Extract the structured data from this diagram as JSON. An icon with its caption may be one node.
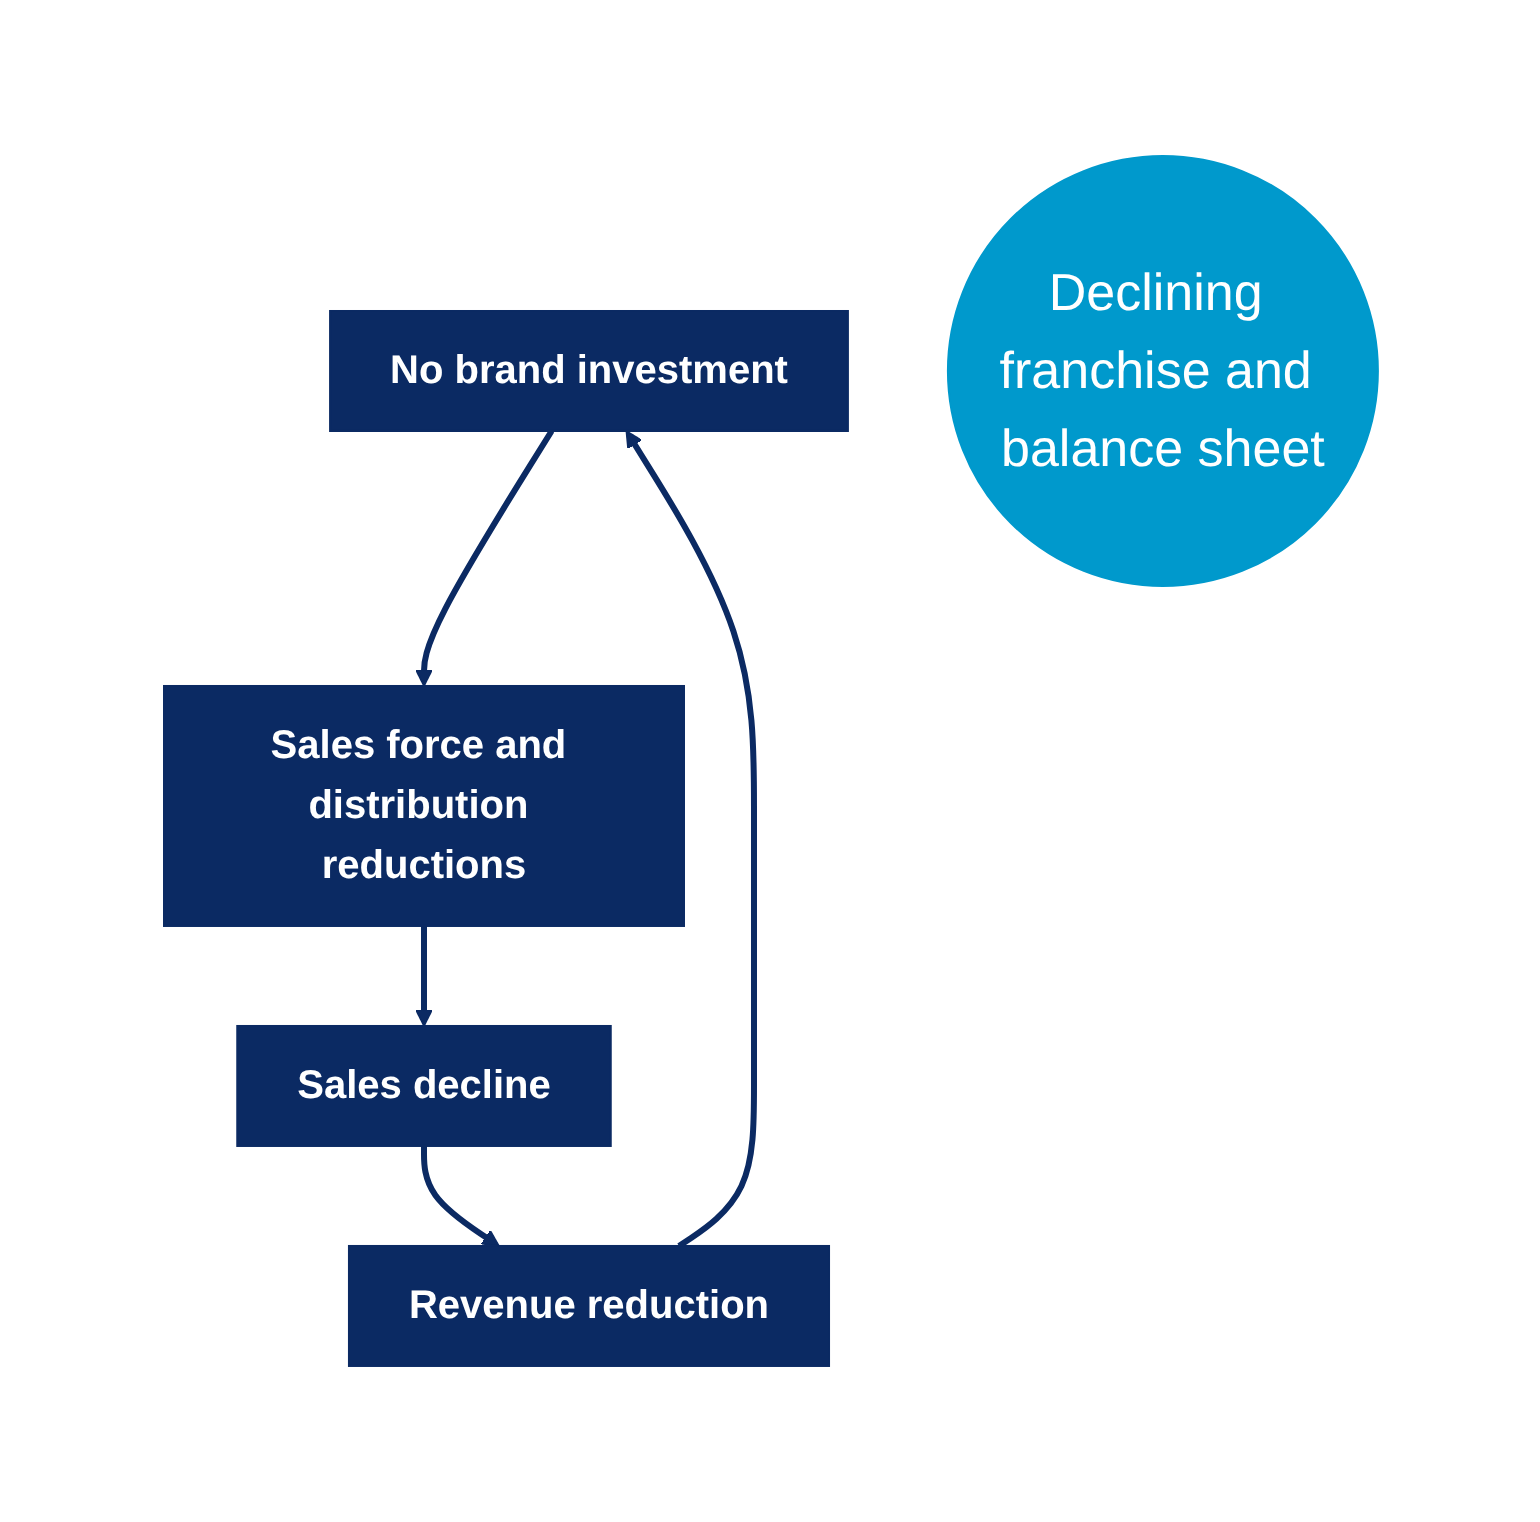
{
  "diagram": {
    "nodes": [
      {
        "text": [
          "No brand investment"
        ]
      },
      {
        "text": [
          "Sales force and distribution reductions"
        ]
      },
      {
        "text": [
          "Sales decline"
        ]
      },
      {
        "text": [
          "Revenue reduction"
        ]
      },
      {
        "text": [
          "Declining franchise and balance sheet"
        ]
      }
    ],
    "edges": [
      {
        "from": 0,
        "to": 1,
        "arrow": "to"
      },
      {
        "from": 1,
        "to": 2,
        "arrow": "to"
      },
      {
        "from": 2,
        "to": 3,
        "arrow": "to"
      },
      {
        "from": 3,
        "to": 0,
        "arrow": "to"
      }
    ]
  }
}
